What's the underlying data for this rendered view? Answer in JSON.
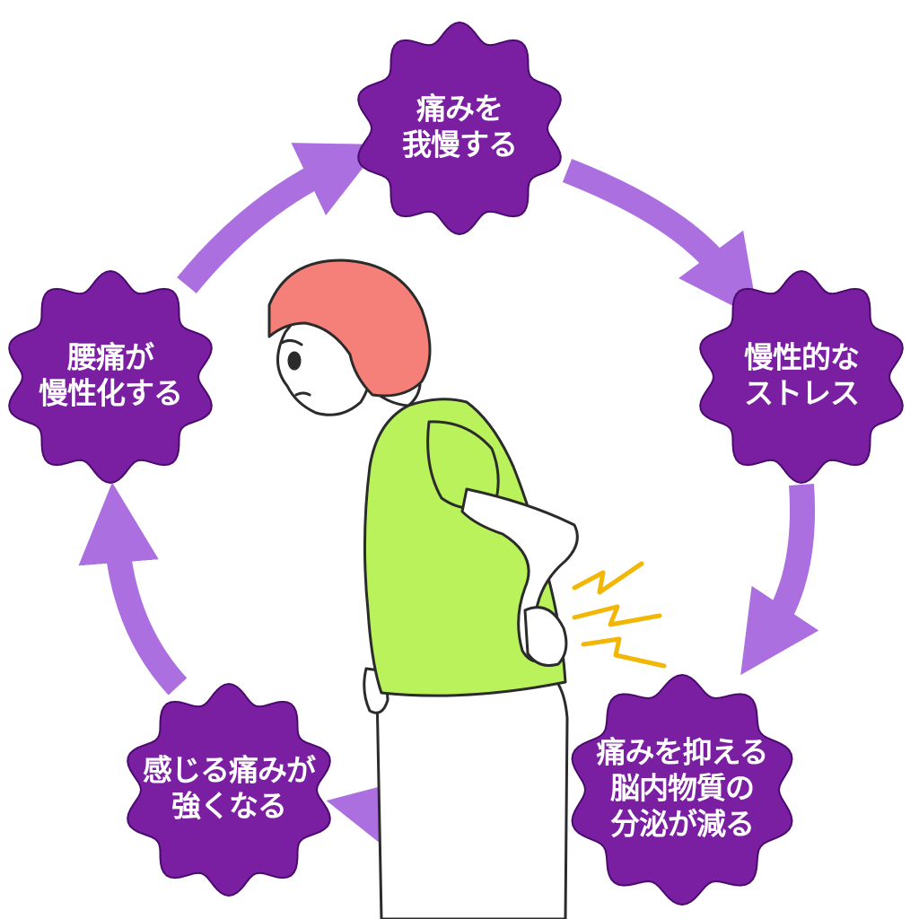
{
  "colors": {
    "node_fill": "#7b1fa2",
    "node_stroke": "#4a0a6e",
    "arrow": "#ab6fe0",
    "label": "#ffffff",
    "hair": "#f58079",
    "shirt": "#b9f25a",
    "pain_mark": "#f2b705"
  },
  "cycle": {
    "nodes": [
      {
        "id": "top",
        "lines": [
          "痛みを",
          "我慢する"
        ]
      },
      {
        "id": "right",
        "lines": [
          "慢性的な",
          "ストレス"
        ]
      },
      {
        "id": "bottom-right",
        "lines": [
          "痛みを抑える",
          "脳内物質の",
          "分泌が減る"
        ]
      },
      {
        "id": "bottom-left",
        "lines": [
          "感じる痛みが",
          "強くなる"
        ]
      },
      {
        "id": "left",
        "lines": [
          "腰痛が",
          "慢性化する"
        ]
      }
    ],
    "direction": "clockwise"
  },
  "illustration": {
    "subject": "woman-holding-lower-back-icon"
  }
}
